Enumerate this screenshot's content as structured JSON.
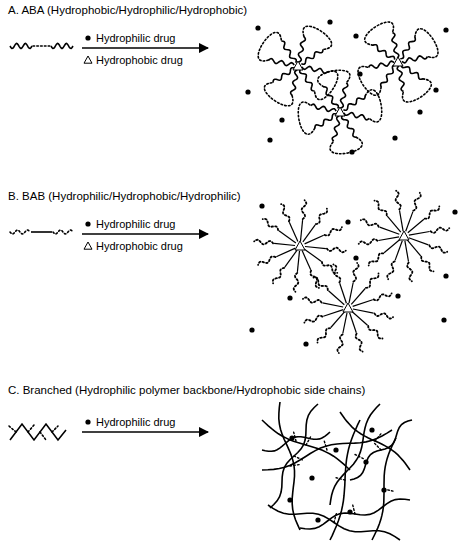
{
  "diagram": {
    "labels": [
      "A. ABA (Hydrophobic/Hydrophilic/Hydrophobic)",
      "Hydrophilic drug",
      "Hydrophobic drug",
      "B. BAB (Hydrophilic/Hydrophobic/Hydrophilic)",
      "Hydrophilic drug",
      "Hydrophobic drug",
      "C. Branched (Hydrophilic polymer backbone/Hydrophobic side chains)",
      "Hydrophilic drug"
    ]
  }
}
